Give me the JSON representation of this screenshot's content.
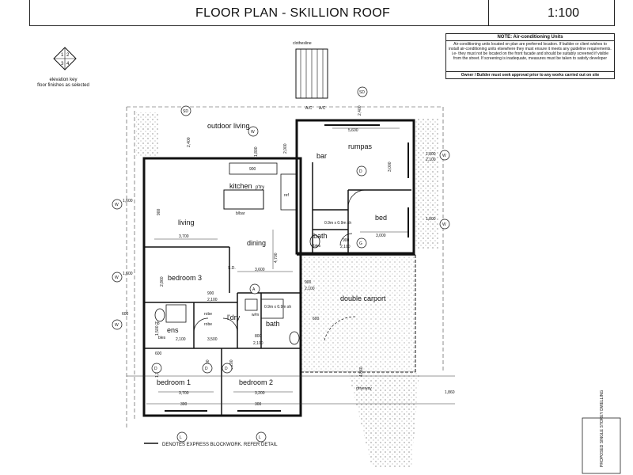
{
  "header": {
    "title": "FLOOR PLAN - SKILLION ROOF",
    "scale": "1:100"
  },
  "note": {
    "heading": "NOTE: Air-conditioning Units",
    "body": "Air-conditioning units located on plan are preferred location. If builder or client wishes to install air-conditioning units elsewhere they must ensure it meets any guideline requirements. i.e- they must not be located on the front facade and should be suitably screened if visible from the street. If screening is inadequate, measures must be taken to satisfy developer",
    "footer": "Owner / Builder must seek approval prior to any works carried out on site"
  },
  "elevation_key": {
    "label": "elevation key",
    "sub": "floor finishes as selected",
    "digits": [
      "1",
      "2",
      "3",
      "4"
    ]
  },
  "rooms": {
    "outdoor_living": "outdoor living",
    "rumpus": "rumpas",
    "bar": "bar",
    "kitchen": "kitchen",
    "pantry": "p'try",
    "living": "living",
    "dining": "dining",
    "bed": "bed",
    "bedroom3": "bedroom 3",
    "double_carport": "double carport",
    "laundry": "l'dry",
    "bath1": "bath",
    "bath2": "bath",
    "ensuite": "ens",
    "robe1": "robe",
    "robe2": "robe",
    "bedroom1": "bedroom 1",
    "bedroom2": "bedroom 2",
    "clothesline": "clothesline",
    "driveway": "driveway",
    "bench": "b/bar",
    "sd": "S.D.",
    "wm": "w/m"
  },
  "fixtures": {
    "ac1": "A/C",
    "ac2": "A/C",
    "hb": "hb",
    "ref": "ref",
    "ble1": "bles",
    "ble2": "bles"
  },
  "dims": {
    "d900a": "900",
    "d900b": "900",
    "d900c": "900",
    "d900d": "900",
    "d3700a": "3,700",
    "d3700b": "3,700",
    "d3000": "3,000",
    "d3600": "3,600",
    "d3200": "3,200",
    "d4700": "4,700",
    "d3500": "3,500",
    "d5600": "5,600",
    "d2100a": "2,100",
    "d2100b": "2,100",
    "d2100c": "2,100",
    "d2100d": "2,100",
    "d2100e": "2,100",
    "d300a": "300",
    "d300b": "300",
    "d800": "800",
    "d600": "600",
    "d1800": "1,800",
    "d1200": "1,200",
    "d2000": "2,000",
    "d2400": "2,400",
    "d1600": "1,600",
    "d1860": "1,860",
    "d2860": "2,860",
    "d4860": "4,860",
    "d1300": "1,300",
    "d1500": "1,500",
    "sh1": "0.9m x 0.9m sh",
    "sh2": "0.9m x 0.9m sh"
  },
  "window_tags": {
    "SD": "SD",
    "W": "W",
    "D": "D",
    "L": "L",
    "G": "G",
    "A": "A"
  },
  "footnote": "DENOTES EXPRESS BLOCKWORK. REFER DETAIL",
  "side_note": "PROPOSED SINGLE STOREY DWELLING"
}
